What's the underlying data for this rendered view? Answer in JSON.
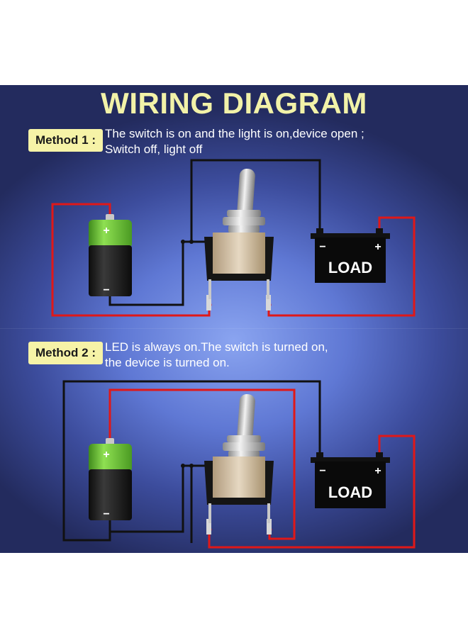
{
  "title": "WIRING DIAGRAM",
  "methods": [
    {
      "badge": "Method 1 :",
      "line1": "The switch is on and the light is on,device open ;",
      "line2": "Switch off, light off"
    },
    {
      "badge": "Method 2 :",
      "line1": "LED is always on.The switch is turned on,",
      "line2": "the device is turned on."
    }
  ],
  "load_label": "LOAD",
  "plus_sign": "+",
  "minus_sign": "−",
  "colors": {
    "wire_red": "#e01818",
    "wire_black": "#111111",
    "badge_bg": "#f6f3a7",
    "title": "#f2f2a8",
    "battery_green": "#6fc33a"
  }
}
